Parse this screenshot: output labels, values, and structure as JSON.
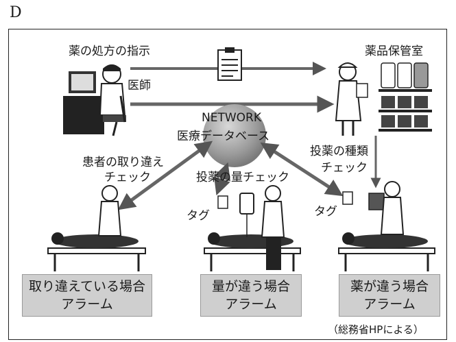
{
  "figure_label": "D",
  "labels": {
    "prescription": "薬の処方の指示",
    "doctor": "医師",
    "pharmacy": "薬品保管室",
    "network_title": "NETWORK",
    "network_sub": "医療データベース",
    "patient_check_line1": "患者の取り違え",
    "patient_check_line2": "チェック",
    "dose_check": "投薬の量チェック",
    "type_check_line1": "投薬の種類",
    "type_check_line2": "チェック",
    "tag_center": "タグ",
    "tag_right": "タグ"
  },
  "alarm_boxes": [
    {
      "line1": "取り違えている場合",
      "line2": "アラーム"
    },
    {
      "line1": "量が違う場合",
      "line2": "アラーム"
    },
    {
      "line1": "薬が違う場合",
      "line2": "アラーム"
    }
  ],
  "source_note": "（総務省HPによる）",
  "colors": {
    "arrow": "#5a5a5a",
    "sphere": "#9a9a9a",
    "box": "#cfcfcf",
    "line": "#222222"
  },
  "icons": [
    "clipboard-icon",
    "doctor-computer-icon",
    "nurse-icon",
    "medicine-shelf-icon",
    "database-sphere-icon",
    "bed-patient-icon",
    "iv-drip-icon"
  ]
}
